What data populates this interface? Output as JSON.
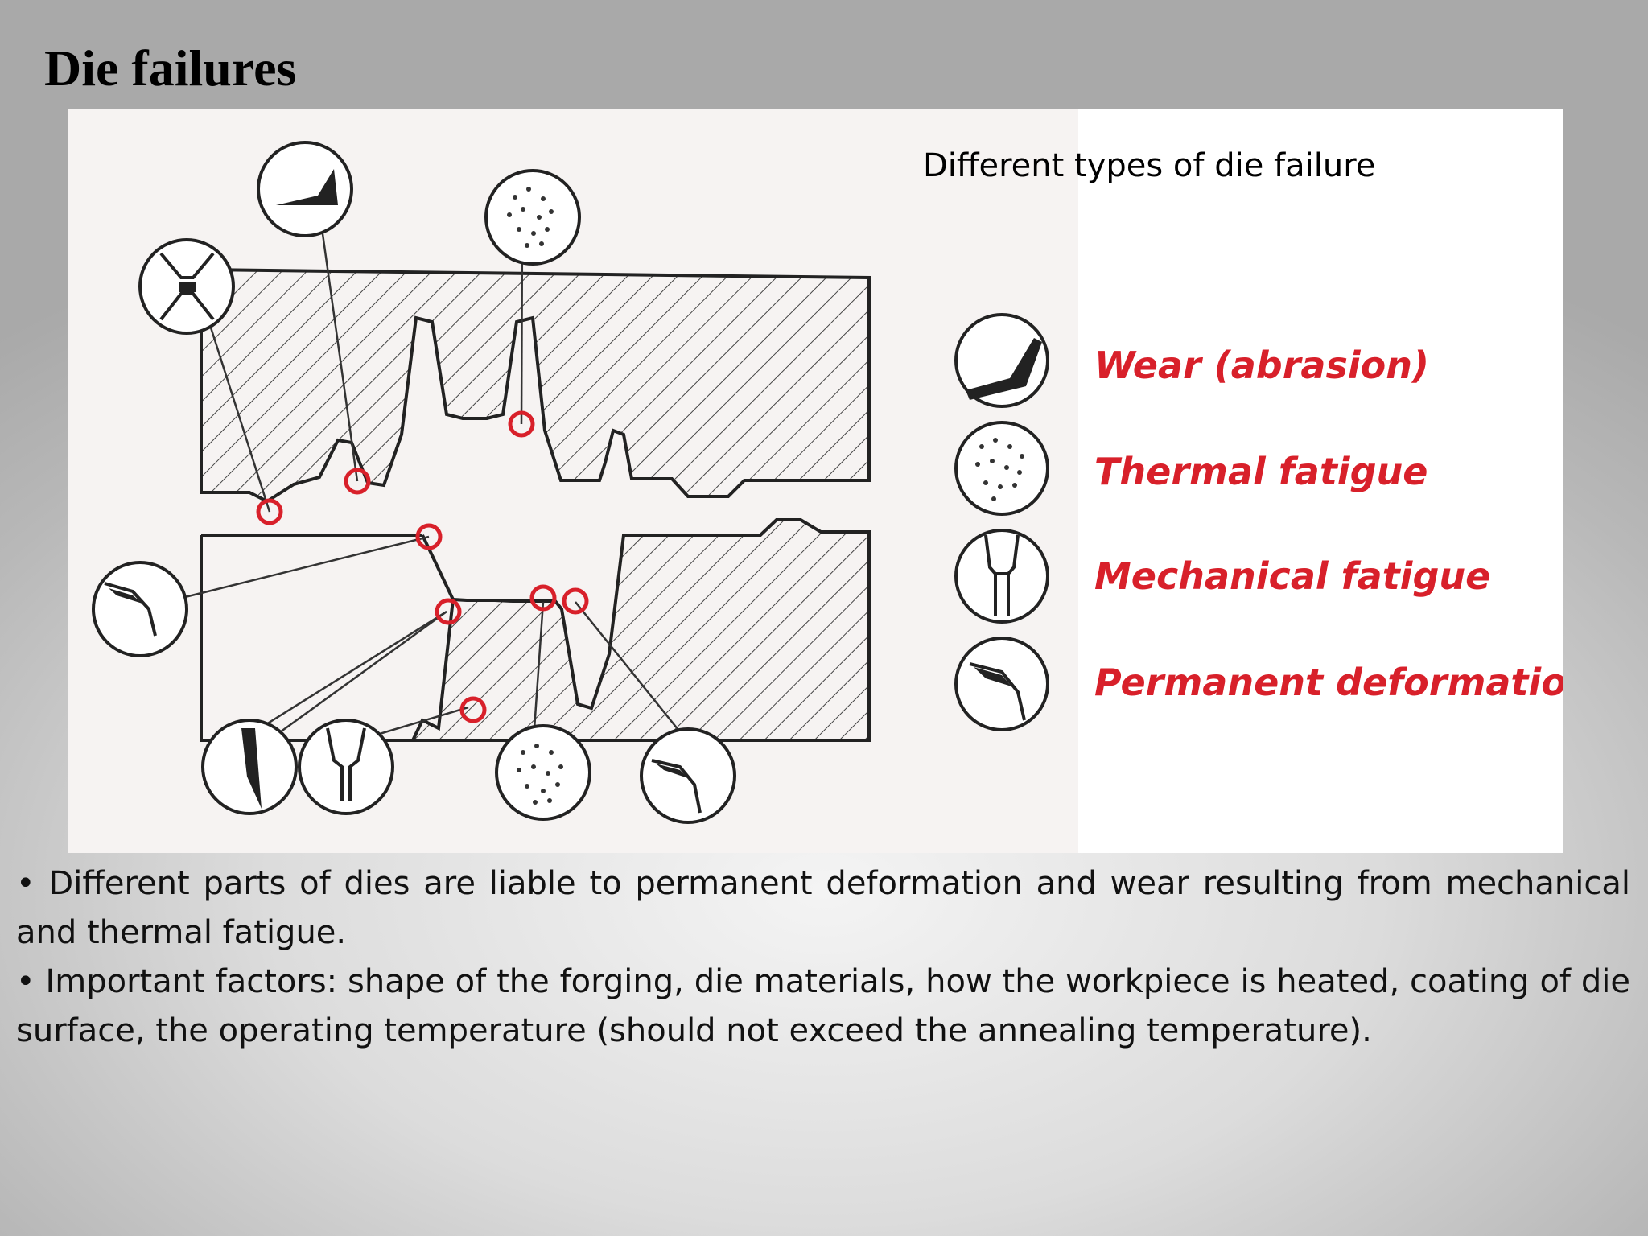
{
  "slide": {
    "title": "Die failures"
  },
  "figure": {
    "caption": "Different types of die failure",
    "legend": [
      {
        "label": "Wear (abrasion)",
        "icon": "wear-icon"
      },
      {
        "label": "Thermal fatigue",
        "icon": "thermal-fatigue-icon"
      },
      {
        "label": "Mechanical fatigue",
        "icon": "mechanical-fatigue-icon"
      },
      {
        "label": "Permanent deformation",
        "icon": "permanent-deformation-icon"
      }
    ],
    "marker_color": "#d8202a"
  },
  "bullets": [
    {
      "text": "• Different parts of dies are liable to permanent deformation and wear resulting from mechanical and thermal fatigue."
    },
    {
      "text": "• Important factors: shape of the forging, die materials, how the workpiece is heated, coating of die surface, the operating temperature (should not exceed the annealing temperature)."
    }
  ]
}
